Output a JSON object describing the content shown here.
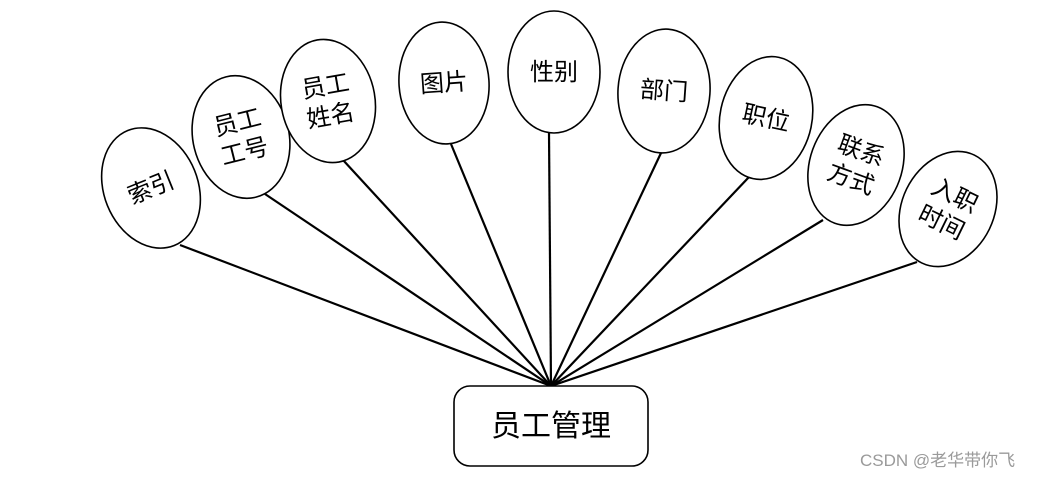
{
  "entity": {
    "label": "员工管理"
  },
  "attributes": [
    {
      "lines": [
        "索引"
      ]
    },
    {
      "lines": [
        "员工",
        "工号"
      ]
    },
    {
      "lines": [
        "员工",
        "姓名"
      ]
    },
    {
      "lines": [
        "图片"
      ]
    },
    {
      "lines": [
        "性别"
      ]
    },
    {
      "lines": [
        "部门"
      ]
    },
    {
      "lines": [
        "职位"
      ]
    },
    {
      "lines": [
        "联系",
        "方式"
      ]
    },
    {
      "lines": [
        "入职",
        "时间"
      ]
    }
  ],
  "watermark": "CSDN @老华带你飞"
}
